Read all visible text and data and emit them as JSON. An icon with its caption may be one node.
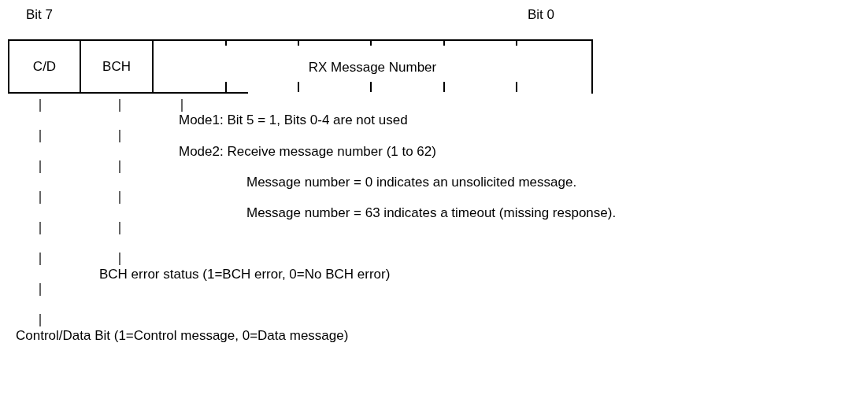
{
  "diagram": {
    "nodes": [
      {
        "text": [
          "C/D"
        ]
      },
      {
        "text": [
          "BCH"
        ]
      },
      {
        "text": [
          "RX Message Number"
        ]
      },
      {
        "text": [
          "Mode1: Bit 5 = 1, Bits 0-4 are not used"
        ]
      },
      {
        "text": [
          "BCH error status (1=BCH error, 0=No BCH error)"
        ]
      },
      {
        "text": [
          "Control/Data Bit (1=Control message, 0=Data message)"
        ]
      }
    ],
    "edges": [
      {
        "from": 2,
        "to": 3,
        "arrow": "none",
        "style": "dashed"
      },
      {
        "from": 1,
        "to": 4,
        "arrow": "none",
        "style": "dashed"
      },
      {
        "from": 0,
        "to": 5,
        "arrow": "none",
        "style": "dashed"
      }
    ],
    "labels": [
      "Bit 7",
      "Bit 0",
      "Mode2: Receive message number (1 to 62)",
      "Message number = 0 indicates an unsolicited message.",
      "Message number = 63 indicates a timeout (missing response)."
    ]
  }
}
